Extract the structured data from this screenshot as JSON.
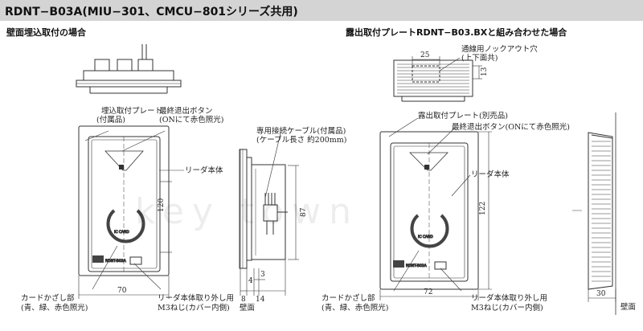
{
  "header": {
    "title": "RDNT−B03A(MIU−301、CMCU−801シリーズ共用)"
  },
  "left": {
    "subtitle": "壁面埋込取付の場合",
    "callouts": {
      "embed_plate_1": "埋込取付プレート",
      "embed_plate_2": "(付属品)",
      "exit_button_1": "最終退出ボタン",
      "exit_button_2": "(ONにて赤色照光)",
      "cable_1": "専用接続ケーブル(付属品)",
      "cable_2": "(ケーブル長さ 約200mm)",
      "reader_body": "リーダ本体",
      "card_area_1": "カードかざし部",
      "card_area_2": "(青、緑、赤色照光)",
      "screw_1": "リーダ本体取り外し用",
      "screw_2": "M3ねじ(カバー内側)",
      "wall": "壁面"
    },
    "device": {
      "card_mark": "IC CARD",
      "model_label": "RDNT-B03A"
    },
    "dims": {
      "width": "70",
      "height": "120",
      "depth_87": "87",
      "d4": "4",
      "d3": "3",
      "d8": "8",
      "d14": "14"
    }
  },
  "right": {
    "subtitle": "露出取付プレートRDNT−B03.BXと組み合わせた場合",
    "callouts": {
      "knockout_1": "通線用ノックアウト穴",
      "knockout_2": "(上下面共)",
      "surface_plate": "露出取付プレート(別売品)",
      "exit_button": "最終退出ボタン(ONにて赤色照光)",
      "reader_body": "リーダ本体",
      "card_area_1": "カードかざし部",
      "card_area_2": "(青、緑、赤色照光)",
      "screw_1": "リーダ本体取り外し用",
      "screw_2": "M3ねじ(カバー内側)",
      "wall": "壁面"
    },
    "device": {
      "card_mark": "IC CARD",
      "model_label": "RDNT-B03A"
    },
    "dims": {
      "width": "72",
      "height": "122",
      "d25": "25",
      "d13": "13",
      "d30": "30"
    }
  },
  "watermark": "key town"
}
